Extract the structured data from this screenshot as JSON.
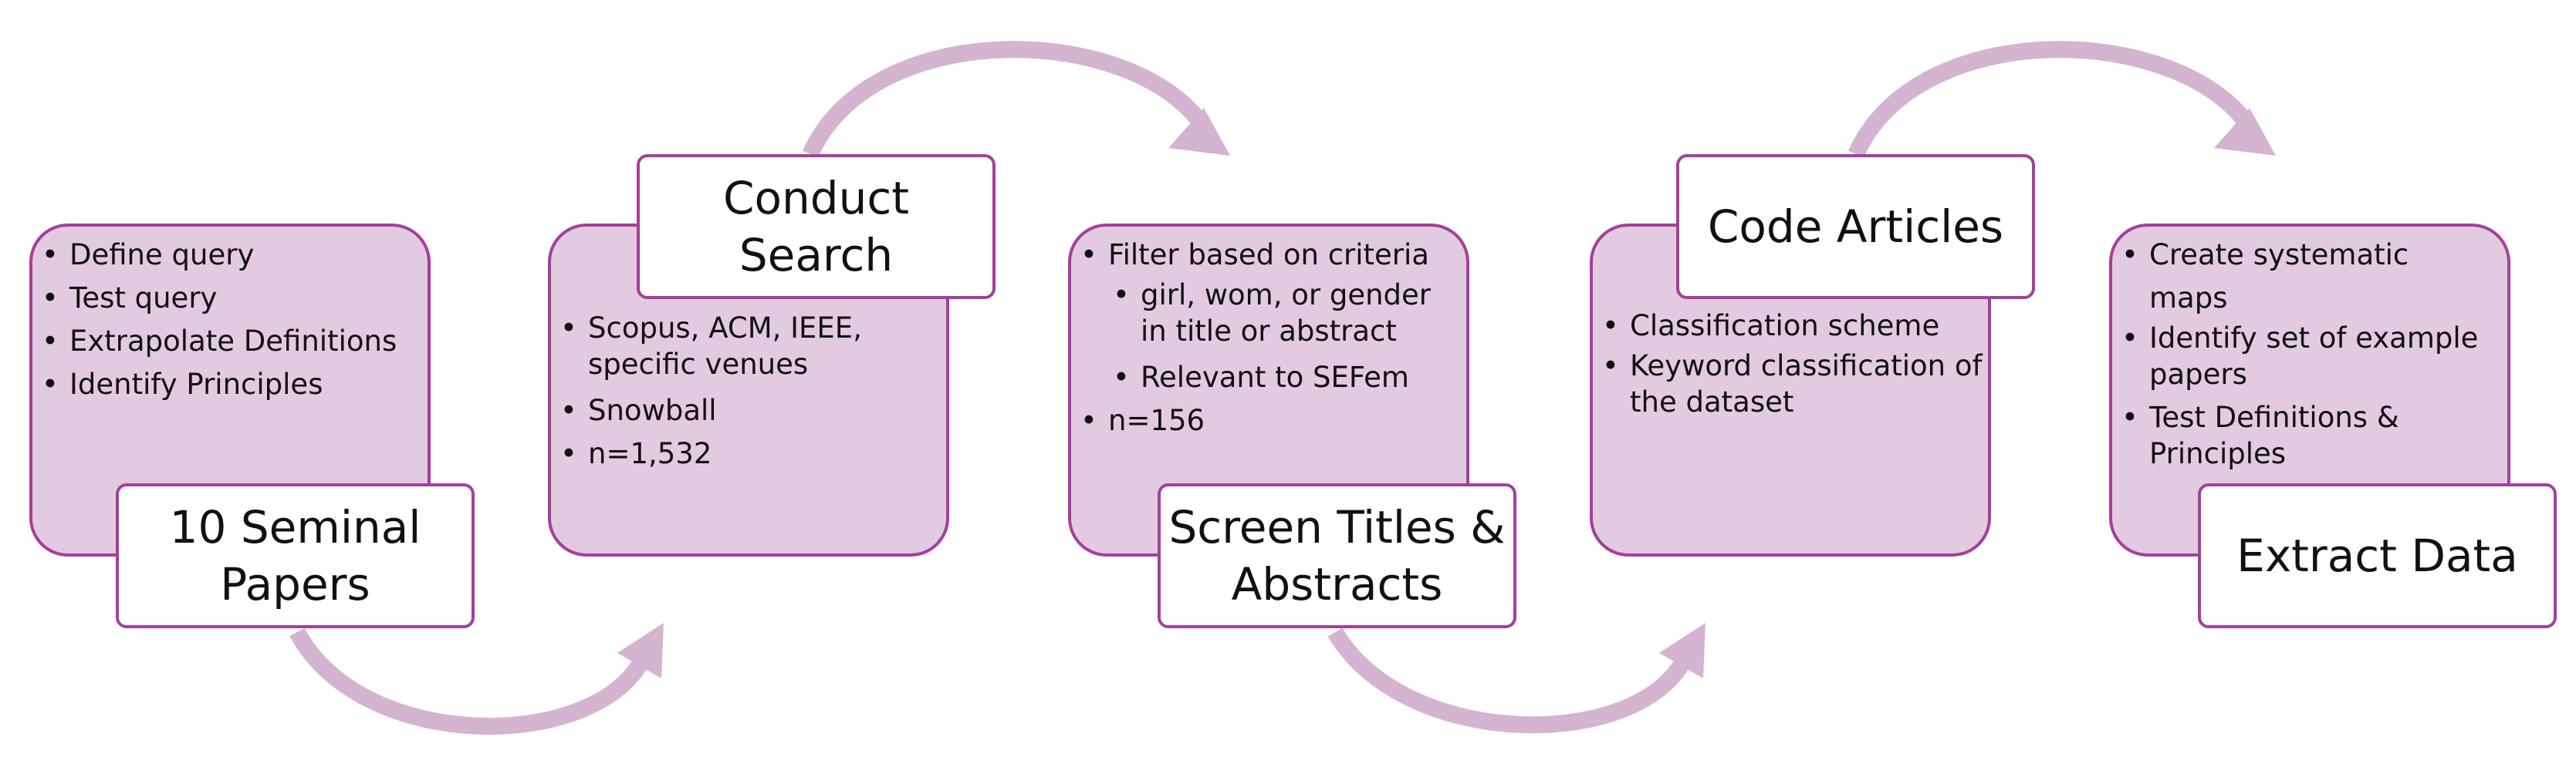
{
  "colors": {
    "box_fill": "#e2cbe0",
    "box_border": "#a53f9b",
    "arrow": "#d4b4d0",
    "label_fill": "#ffffff"
  },
  "stages": [
    {
      "title": "10 Seminal\nPapers",
      "bullets": [
        {
          "text": "Define query"
        },
        {
          "text": "Test query"
        },
        {
          "text": "Extrapolate Definitions"
        },
        {
          "text": "Identify Principles"
        }
      ]
    },
    {
      "title": "Conduct\nSearch",
      "bullets": [
        {
          "text": "Scopus, ACM, IEEE, specific venues"
        },
        {
          "text": "Snowball"
        },
        {
          "text": "n=1,532"
        }
      ]
    },
    {
      "title": "Screen Titles &\nAbstracts",
      "bullets": [
        {
          "text": "Filter based on criteria"
        },
        {
          "text": "girl, wom, or gender in title or abstract"
        },
        {
          "text": "Relevant to SEFem"
        },
        {
          "text": "n=156"
        }
      ]
    },
    {
      "title": "Code Articles",
      "bullets": [
        {
          "text": "Classification scheme"
        },
        {
          "text": "Keyword classification of the dataset"
        }
      ]
    },
    {
      "title": "Extract Data",
      "bullets": [
        {
          "text": "Create systematic maps"
        },
        {
          "text": "Identify set of example papers"
        },
        {
          "text": "Test Definitions & Principles"
        }
      ]
    }
  ]
}
